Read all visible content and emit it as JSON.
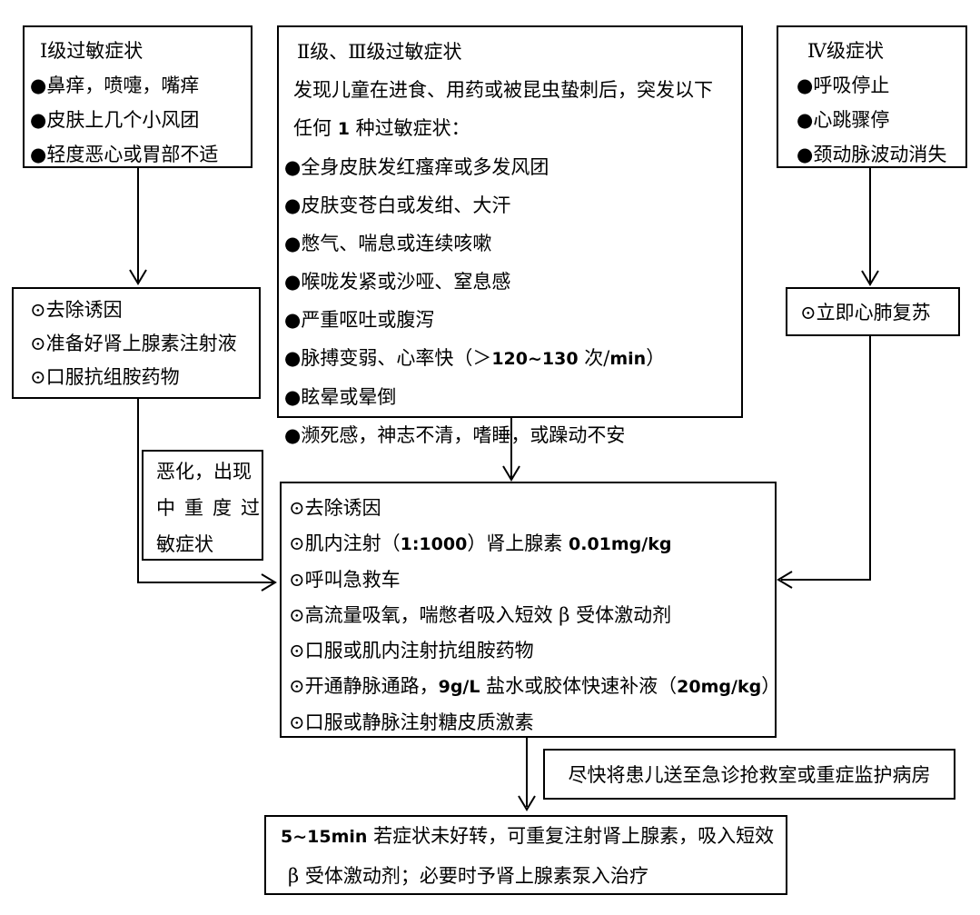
{
  "colors": {
    "background": "#ffffff",
    "ink": "#000000"
  },
  "boxes": {
    "grade1": {
      "title": "Ⅰ级过敏症状",
      "items": [
        "●鼻痒，喷嚏，嘴痒",
        "●皮肤上几个小风团",
        "●轻度恶心或胃部不适"
      ]
    },
    "grade23": {
      "title": "Ⅱ级、Ⅲ级过敏症状",
      "intro": [
        "发现儿童在进食、用药或被昆虫蛰刺后，突发以下",
        "任何 1 种过敏症状："
      ],
      "items": [
        "●全身皮肤发红瘙痒或多发风团",
        "●皮肤变苍白或发绀、大汗",
        "●憋气、喘息或连续咳嗽",
        "●喉咙发紧或沙哑、窒息感",
        "●严重呕吐或腹泻",
        "●脉搏变弱、心率快（＞120~130 次/min）",
        "●眩晕或晕倒",
        "●濒死感，神志不清，嗜睡，或躁动不安"
      ]
    },
    "grade4": {
      "title": "Ⅳ级症状",
      "items": [
        "●呼吸停止",
        "●心跳骤停",
        "●颈动脉波动消失"
      ]
    },
    "mild_action": {
      "items": [
        "⊙去除诱因",
        "⊙准备好肾上腺素注射液",
        "⊙口服抗组胺药物"
      ]
    },
    "worsen": {
      "lines": [
        "恶化，出现",
        "中重度过",
        "敏症状"
      ]
    },
    "cpr": {
      "text": "⊙立即心肺复苏"
    },
    "severe_action": {
      "items": [
        "⊙去除诱因",
        "⊙肌内注射（1:1000）肾上腺素 0.01mg/kg",
        "⊙呼叫急救车",
        "⊙高流量吸氧，喘憋者吸入短效 β 受体激动剂",
        "⊙口服或肌内注射抗组胺药物",
        "⊙开通静脉通路，9g/L 盐水或胶体快速补液（20mg/kg）",
        "⊙口服或静脉注射糖皮质激素"
      ]
    },
    "transfer": {
      "text": "尽快将患儿送至急诊抢救室或重症监护病房"
    },
    "repeat": {
      "lines": [
        "5~15min 若症状未好转，可重复注射肾上腺素，吸入短效",
        "β 受体激动剂；必要时予肾上腺素泵入治疗"
      ]
    }
  }
}
